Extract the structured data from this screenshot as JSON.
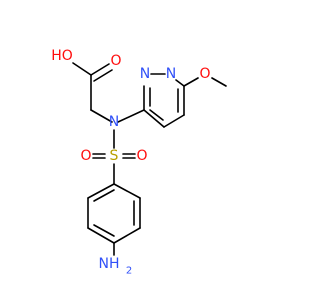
{
  "structure": {
    "atoms": {
      "oh": "HO",
      "o_carbonyl": "O",
      "n_ring1": "N",
      "n_ring2": "N",
      "o_methoxy": "O",
      "n_sulfonamide": "N",
      "o_sulfonyl_left": "O",
      "s_sulfonyl": "S",
      "o_sulfonyl_right": "O",
      "n_amine": "NH",
      "h_amine_sub": "2"
    }
  },
  "colors": {
    "bond": "#000000",
    "oxygen": "#ff0d0d",
    "nitrogen": "#3050f8",
    "sulfur": "#b8a000",
    "background": "#ffffff"
  }
}
